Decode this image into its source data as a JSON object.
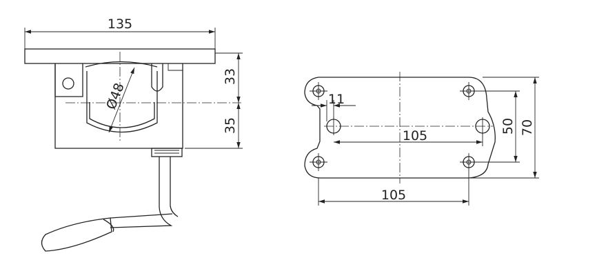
{
  "left_view": {
    "width_label": "135",
    "top_height_label": "33",
    "bottom_height_label": "35",
    "diameter_label": "Ø48"
  },
  "right_view": {
    "slot_width_label": "11",
    "inner_spacing_label": "105",
    "outer_spacing_label": "105",
    "inner_height_label": "50",
    "outer_height_label": "70"
  }
}
